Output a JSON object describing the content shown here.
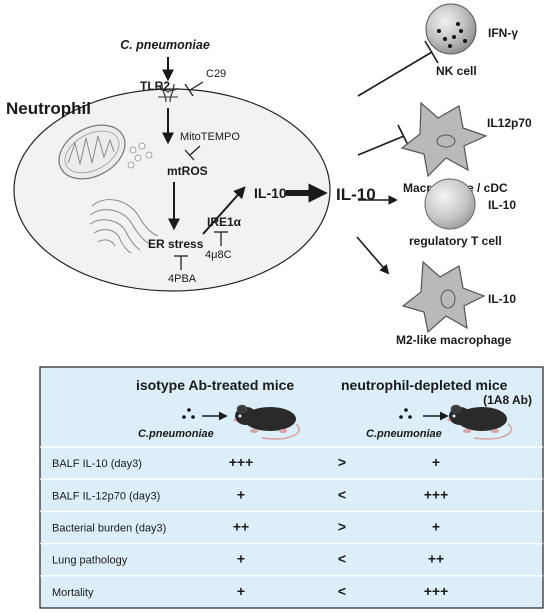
{
  "pathway": {
    "cell_label": "Neutrophil",
    "pathogen": "C. pneumoniae",
    "receptor": "TLR2",
    "inhibitor_tlr2": "C29",
    "inhibitor_mtros": "MitoTEMPO",
    "mtros": "mtROS",
    "er_stress": "ER stress",
    "inhibitor_er": "4PBA",
    "ire1": "IRE1α",
    "inhibitor_ire1": "4μ8C",
    "il10_inside": "IL-10",
    "il10_secreted": "IL-10"
  },
  "targets": [
    {
      "cell": "NK cell",
      "cytokine": "IFN-γ",
      "effect": "inhibit"
    },
    {
      "cell": "Macrophage / cDC",
      "cytokine": "IL12p70",
      "effect": "inhibit"
    },
    {
      "cell": "regulatory T cell",
      "cytokine": "IL-10",
      "effect": "activate"
    },
    {
      "cell": "M2-like macrophage",
      "cytokine": "IL-10",
      "effect": "activate"
    }
  ],
  "table": {
    "col1_title": "isotype Ab-treated mice",
    "col2_title_line1": "neutrophil-depleted mice",
    "col2_title_line2": "(1A8 Ab)",
    "infection_label": "C.pneumoniae",
    "rows": [
      {
        "label": "BALF IL-10 (day3)",
        "isotype": "+++",
        "compare": ">",
        "depleted": "+"
      },
      {
        "label": "BALF IL-12p70 (day3)",
        "isotype": "+",
        "compare": "<",
        "depleted": "+++"
      },
      {
        "label": "Bacterial burden (day3)",
        "isotype": "++",
        "compare": ">",
        "depleted": "+"
      },
      {
        "label": "Lung pathology",
        "isotype": "+",
        "compare": "<",
        "depleted": "++"
      },
      {
        "label": "Mortality",
        "isotype": "+",
        "compare": "<",
        "depleted": "+++"
      }
    ]
  }
}
